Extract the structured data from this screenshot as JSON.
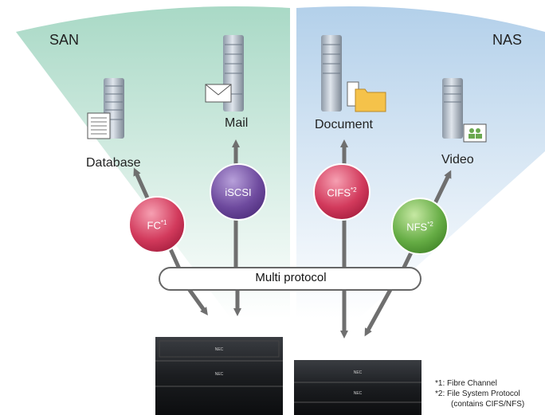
{
  "sections": {
    "san": "SAN",
    "nas": "NAS"
  },
  "servers": {
    "database": "Database",
    "mail": "Mail",
    "document": "Document",
    "video": "Video"
  },
  "protocols": {
    "fc": "FC",
    "fc_note": "*1",
    "iscsi": "iSCSI",
    "cifs": "CIFS",
    "cifs_note": "*2",
    "nfs": "NFS",
    "nfs_note": "*2"
  },
  "multi_protocol": "Multi protocol",
  "storage_brand": "NEC",
  "footnotes": {
    "fn1": "*1: Fibre Channel",
    "fn2": "*2: File System Protocol",
    "fn2_detail": "(contains CIFS/NFS)"
  },
  "colors": {
    "san_bg": "#cfe8de",
    "nas_bg": "#d3e3f1",
    "fc": "#d23a5c",
    "iscsi": "#6e4a9e",
    "cifs": "#d23a5c",
    "nfs": "#66ad45"
  }
}
